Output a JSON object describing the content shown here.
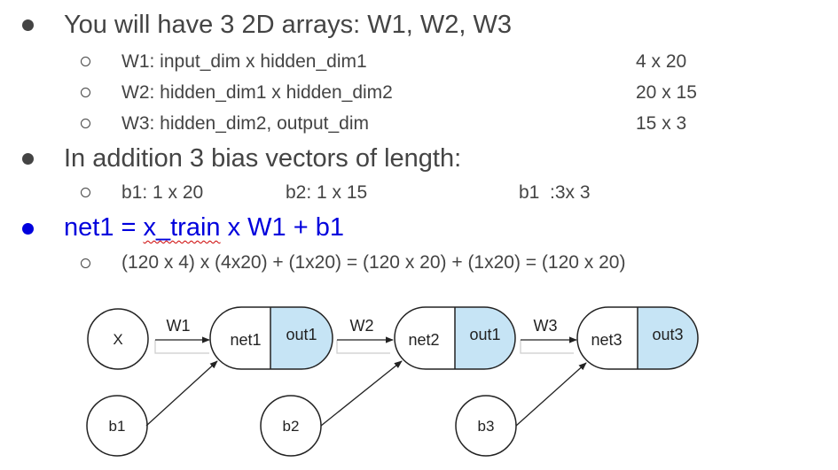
{
  "bullets": {
    "b1": "You will have 3 2D arrays: W1, W2, W3",
    "w1": {
      "label": "W1: input_dim x hidden_dim1",
      "size": "4 x 20"
    },
    "w2": {
      "label": "W2: hidden_dim1 x hidden_dim2",
      "size": "20 x 15"
    },
    "w3": {
      "label": "W3: hidden_dim2, output_dim",
      "size": "15 x 3"
    },
    "b2": "In addition 3 bias vectors of length:",
    "bias1": "b1: 1 x 20",
    "bias2": "b2: 1 x 15",
    "bias3": "b1  :3x 3",
    "net1_pre": "net1 = ",
    "net1_mid": "x_train",
    "net1_post": " x W1 + b1",
    "equation": "(120 x 4) x (4x20) + (1x20) = (120 x 20) + (1x20) = (120 x 20)"
  },
  "diagram": {
    "input_node": "X",
    "bias_nodes": [
      "b1",
      "b2",
      "b3"
    ],
    "weights": [
      "W1",
      "W2",
      "W3"
    ],
    "layers": [
      {
        "net": "net1",
        "out": "out1"
      },
      {
        "net": "net2",
        "out": "out1"
      },
      {
        "net": "net3",
        "out": "out3"
      }
    ],
    "out_fill": "#c6e4f5",
    "stroke": "#222222"
  },
  "colors": {
    "text": "#444444",
    "highlight": "#0000dd",
    "spellcheck": "#cc0000"
  }
}
